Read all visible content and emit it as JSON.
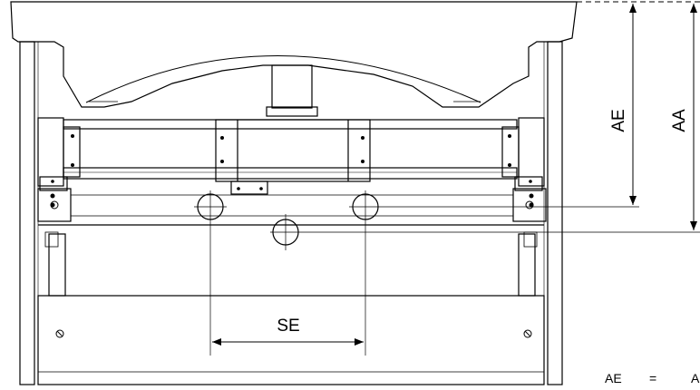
{
  "labels": {
    "se": "SE",
    "ae": "AE",
    "aa": "AA"
  },
  "legend": {
    "term": "AE",
    "equals": "=",
    "definition_start": "A"
  },
  "colors": {
    "line": "#000000",
    "background": "#ffffff"
  }
}
